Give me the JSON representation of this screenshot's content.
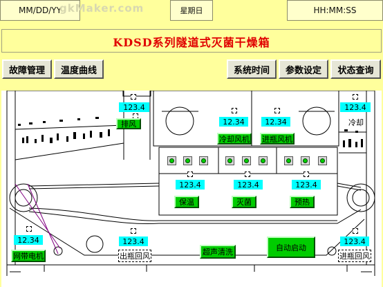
{
  "header": {
    "date_format": "MM/DD/YY",
    "weekday": "星期日",
    "time_format": "HH:MM:SS",
    "watermark": "gkMaker.com"
  },
  "title": "KDSD系列隧道式灭菌干燥箱",
  "nav_left": [
    "故障管理",
    "温度曲线"
  ],
  "nav_right": [
    "系统时间",
    "参数设定",
    "状态查询"
  ],
  "machine": {
    "exhaust_value": "123.4",
    "exhaust_label": "排风",
    "cool_value": "123.4",
    "cool_label": "冷却",
    "cooling_fan_value": "12.34",
    "cooling_fan_label": "冷却风机",
    "inlet_fan_value": "12.34",
    "inlet_fan_label": "进瓶风机",
    "zone_values": [
      "123.4",
      "123.4",
      "123.4"
    ],
    "zone_buttons": [
      "保温",
      "灭菌",
      "预热"
    ],
    "belt_motor_value": "12.34",
    "belt_motor_label": "网带电机",
    "outlet_return_value": "123.4",
    "outlet_return_label": "出瓶回风",
    "ultrasonic_label": "超声清洗",
    "auto_start_label": "自动启动",
    "inlet_return_value": "123.4",
    "inlet_return_label": "进瓶回风"
  },
  "colors": {
    "background": "#ffff9c",
    "value_box": "#00ffff",
    "green_button": "#00cc00",
    "title_text": "#e00000"
  }
}
